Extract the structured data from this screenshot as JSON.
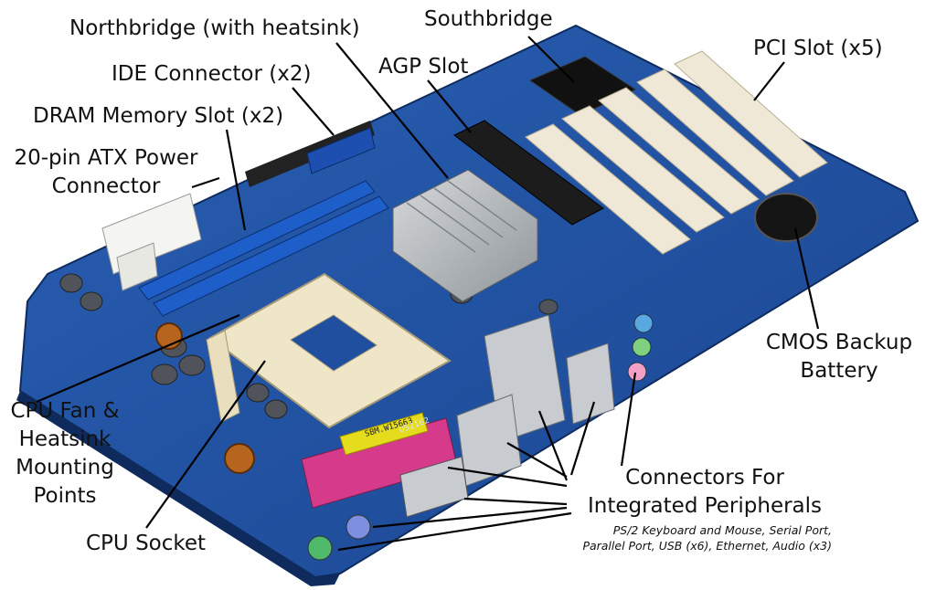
{
  "labels": {
    "northbridge": "Northbridge (with heatsink)",
    "southbridge": "Southbridge",
    "ide": "IDE Connector (x2)",
    "agp": "AGP Slot",
    "pci": "PCI Slot (x5)",
    "dram": "DRAM Memory Slot (x2)",
    "atx_line1": "20-pin ATX Power",
    "atx_line2": "Connector",
    "cmos_line1": "CMOS Backup",
    "cmos_line2": "Battery",
    "fan_line1": "CPU Fan &",
    "fan_line2": "Heatsink",
    "fan_line3": "Mounting",
    "fan_line4": "Points",
    "cpu_socket": "CPU Socket",
    "connectors_line1": "Connectors For",
    "connectors_line2": "Integrated Peripherals",
    "peripherals_note_line1": "PS/2 Keyboard and Mouse, Serial Port,",
    "peripherals_note_line2": "Parallel Port, USB (x6), Ethernet, Audio (x3)"
  },
  "board_text": {
    "sticker": "SBM.W15663",
    "marking": "052162"
  },
  "colors": {
    "pcb": "#1f4f9e",
    "pcb_dark": "#173d7c",
    "dimm": "#1e5ec8",
    "agp": "#1c1c1c",
    "pci": "#efe8d6",
    "heatsink": "#b8bcc0",
    "parallel": "#d63a8a",
    "sticker": "#e6dc1e",
    "leader": "#000000"
  }
}
